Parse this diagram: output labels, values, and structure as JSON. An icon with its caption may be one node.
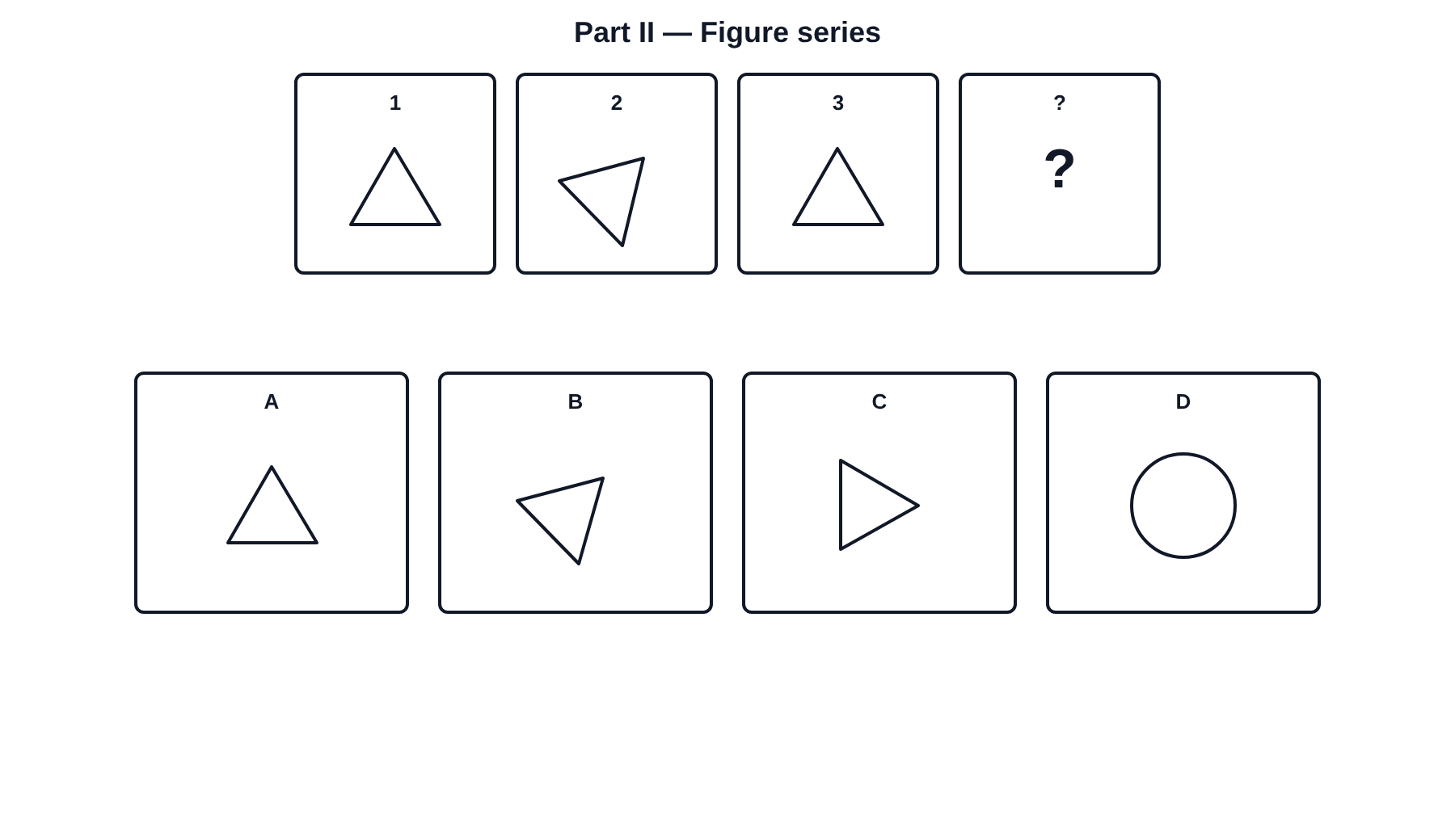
{
  "diagram": {
    "title": "Part II — Figure series",
    "nodes": [
      {
        "text": [
          "1"
        ]
      },
      {
        "text": [
          "2"
        ]
      },
      {
        "text": [
          "3"
        ]
      },
      {
        "text": [
          "?",
          "?"
        ]
      },
      {
        "text": [
          "A"
        ]
      },
      {
        "text": [
          "B"
        ]
      },
      {
        "text": [
          "C"
        ]
      },
      {
        "text": [
          "D"
        ]
      }
    ]
  }
}
